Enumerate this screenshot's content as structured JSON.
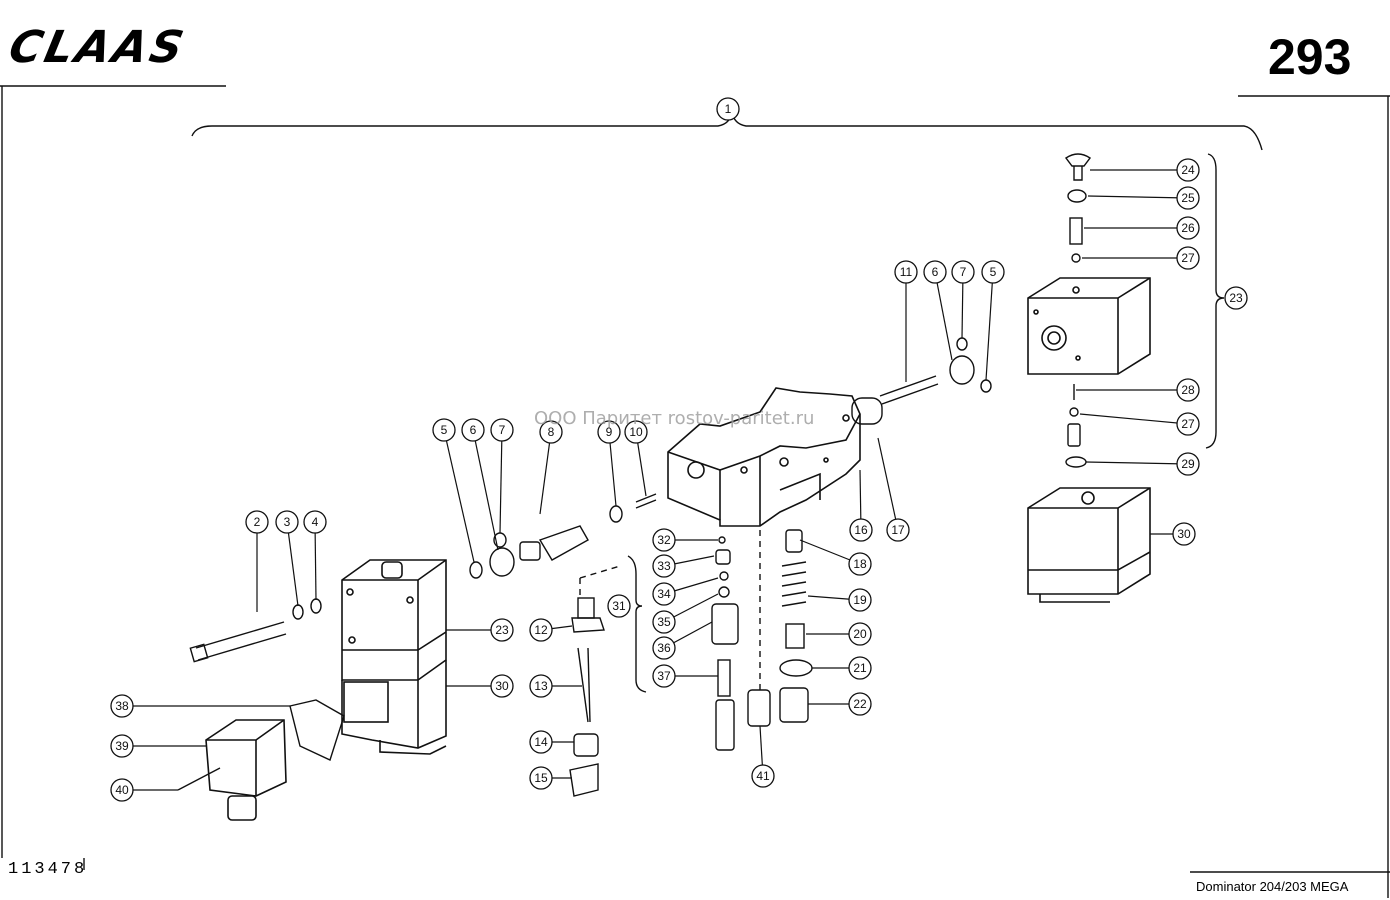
{
  "header": {
    "brand_logo": "CLAAS",
    "page_number": "293"
  },
  "footer": {
    "drawing_number": "113478",
    "model_caption": "Dominator 204/203 MEGA"
  },
  "watermark": "ООО Паритет   rostov-paritet.ru",
  "callouts": [
    "1",
    "2",
    "3",
    "4",
    "5",
    "6",
    "7",
    "8",
    "9",
    "10",
    "11",
    "6",
    "7",
    "5",
    "12",
    "13",
    "14",
    "15",
    "16",
    "17",
    "18",
    "19",
    "20",
    "21",
    "22",
    "23",
    "30",
    "24",
    "25",
    "26",
    "27",
    "23",
    "28",
    "27",
    "29",
    "30",
    "31",
    "32",
    "33",
    "34",
    "35",
    "36",
    "37",
    "38",
    "39",
    "40",
    "41"
  ],
  "colors": {
    "ink": "#111111",
    "paper": "#ffffff",
    "watermark": "#9a9a9a"
  }
}
